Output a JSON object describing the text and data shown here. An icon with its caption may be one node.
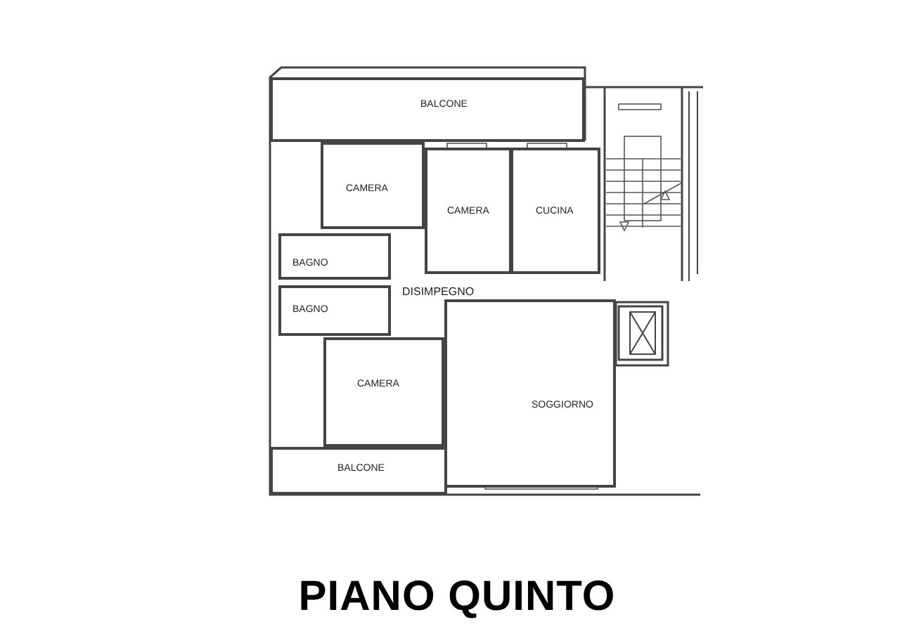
{
  "diagram": {
    "title": "PIANO QUINTO",
    "nodes": [
      {
        "text": [
          "BALCONE"
        ]
      },
      {
        "text": [
          "CAMERA"
        ]
      },
      {
        "text": [
          "CAMERA"
        ]
      },
      {
        "text": [
          "CUCINA"
        ]
      },
      {
        "text": [
          "BAGNO"
        ]
      },
      {
        "text": [
          "BAGNO"
        ]
      },
      {
        "text": [
          "DISIMPEGNO"
        ]
      },
      {
        "text": [
          "CAMERA"
        ]
      },
      {
        "text": [
          "SOGGIORNO"
        ]
      },
      {
        "text": [
          "BALCONE"
        ]
      }
    ]
  }
}
